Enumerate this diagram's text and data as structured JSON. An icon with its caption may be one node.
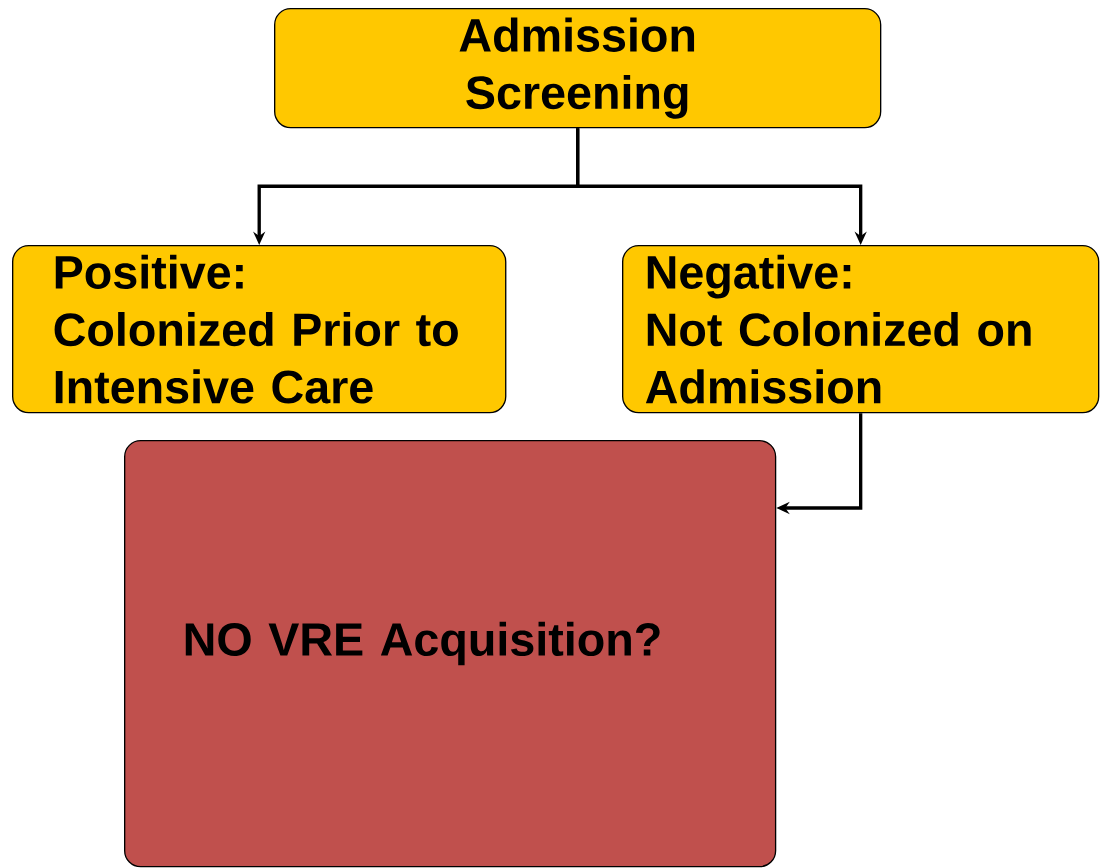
{
  "diagram": {
    "nodes": [
      {
        "text": [
          "Admission Screening"
        ]
      },
      {
        "text": [
          "Positive:",
          "Colonized Prior to Intensive Care"
        ]
      },
      {
        "text": [
          "Negative:",
          "Not Colonized on Admission"
        ]
      },
      {
        "text": [
          "NO VRE Acquisition?"
        ]
      }
    ],
    "edges": [
      {
        "from": 0,
        "to": 1,
        "arrow": "to"
      },
      {
        "from": 0,
        "to": 2,
        "arrow": "to"
      },
      {
        "from": 2,
        "to": 3,
        "arrow": "to"
      }
    ]
  }
}
